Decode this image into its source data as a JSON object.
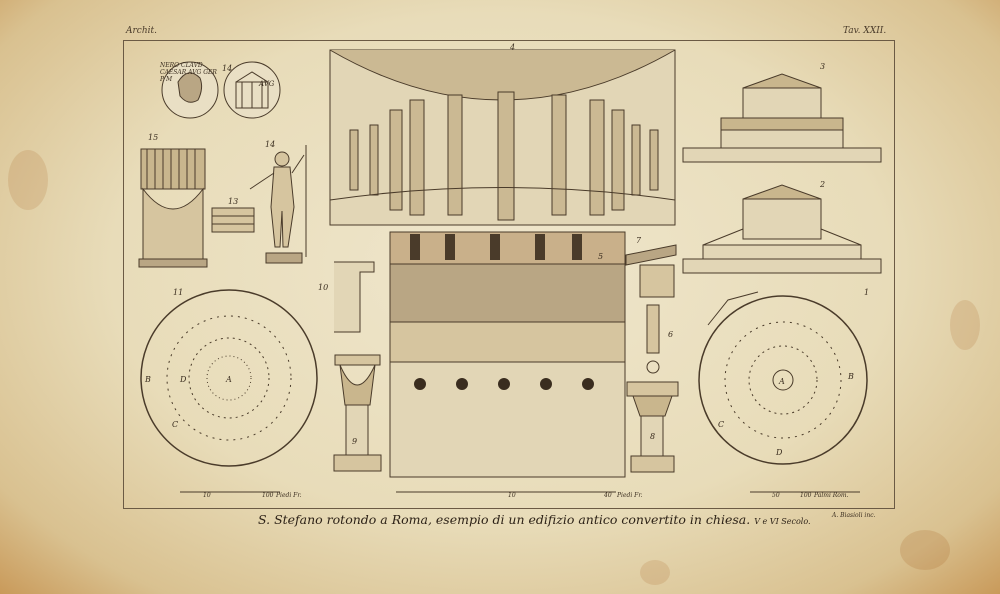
{
  "header": {
    "left": "Archit.",
    "right": "Tav. XXII."
  },
  "figure_numbers": [
    "14",
    "15",
    "14",
    "13",
    "4",
    "3",
    "2",
    "1",
    "11",
    "10",
    "5",
    "7",
    "6",
    "9",
    "8"
  ],
  "scales": {
    "left": {
      "a": "10",
      "b": "100",
      "unit": "Piedi Fr."
    },
    "center": {
      "a": "10",
      "b": "40",
      "unit": "Piedi Fr."
    },
    "right": {
      "a": "50",
      "b": "100",
      "unit": "Palmi Rom."
    }
  },
  "plan_letters": {
    "A": "A",
    "B": "B",
    "C": "C",
    "D": "D"
  },
  "coin_text": "NERO CLAVD CAESAR AVG GER P M",
  "coin_reverse": "AVG",
  "caption": "S. Stefano rotondo a Roma, esempio di un edifizio antico convertito in chiesa.",
  "caption_century": "V e VI Secolo.",
  "engraver": "A. Biasioli inc."
}
